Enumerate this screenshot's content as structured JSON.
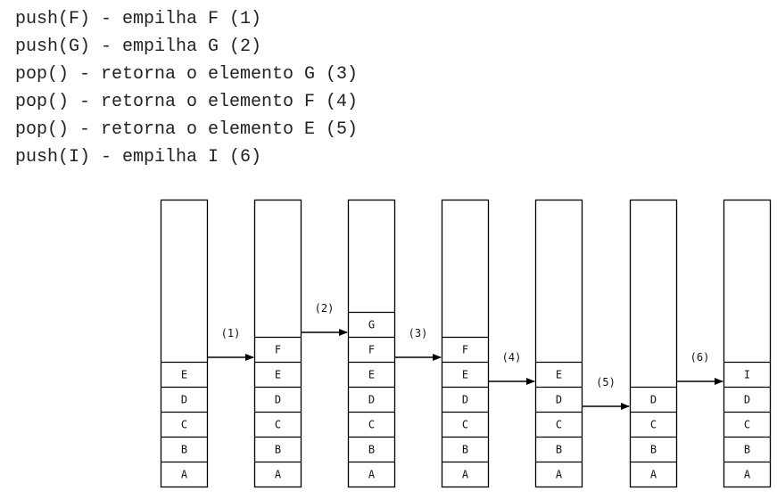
{
  "operations": [
    "push(F) - empilha F (1)",
    "push(G) - empilha G (2)",
    "pop() - retorna o elemento G (3)",
    "pop() - retorna o elemento F (4)",
    "pop() - retorna o elemento E (5)",
    "push(I) - empilha I (6)"
  ],
  "stacks": [
    [
      "A",
      "B",
      "C",
      "D",
      "E"
    ],
    [
      "A",
      "B",
      "C",
      "D",
      "E",
      "F"
    ],
    [
      "A",
      "B",
      "C",
      "D",
      "E",
      "F",
      "G"
    ],
    [
      "A",
      "B",
      "C",
      "D",
      "E",
      "F"
    ],
    [
      "A",
      "B",
      "C",
      "D",
      "E"
    ],
    [
      "A",
      "B",
      "C",
      "D"
    ],
    [
      "A",
      "B",
      "C",
      "D",
      "I"
    ]
  ],
  "arrows": [
    {
      "label": "(1)"
    },
    {
      "label": "(2)"
    },
    {
      "label": "(3)"
    },
    {
      "label": "(4)"
    },
    {
      "label": "(5)"
    },
    {
      "label": "(6)"
    }
  ]
}
